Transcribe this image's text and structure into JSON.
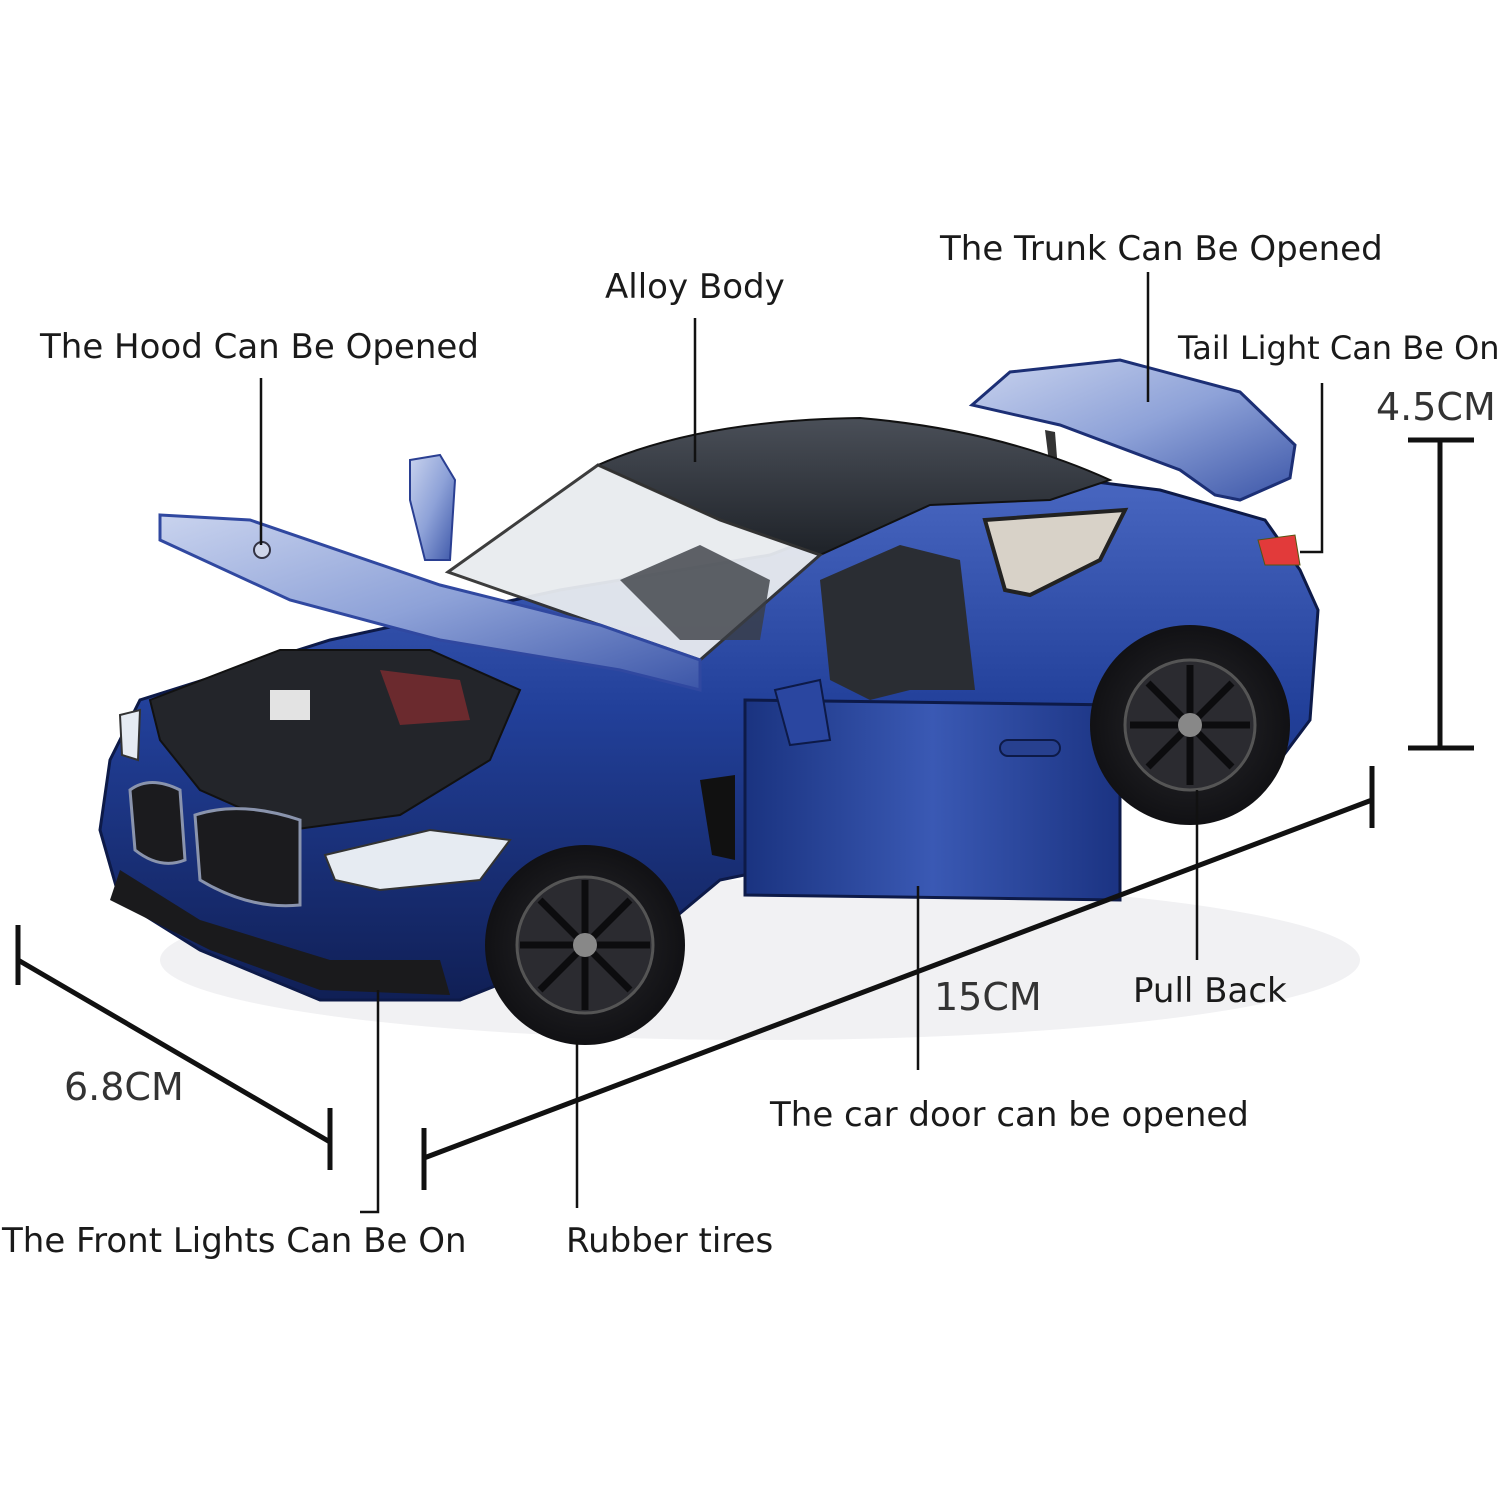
{
  "labels": {
    "hood": "The Hood Can Be Opened",
    "alloy_body": "Alloy Body",
    "trunk": "The Trunk Can Be Opened",
    "tail_light": "Tail Light Can Be On",
    "front_lights": "The Front Lights Can Be On",
    "rubber_tires": "Rubber tires",
    "car_door": "The car door can be opened",
    "pull_back": "Pull Back"
  },
  "dimensions": {
    "height": "4.5CM",
    "width": "6.8CM",
    "length": "15CM"
  },
  "colors": {
    "body": "#1f3a8c",
    "body_dark": "#142a6a",
    "body_light": "#4d6cc4",
    "roof": "#2b2f36",
    "tire": "#1c1c1e",
    "line": "#111111",
    "background": "#ffffff"
  }
}
